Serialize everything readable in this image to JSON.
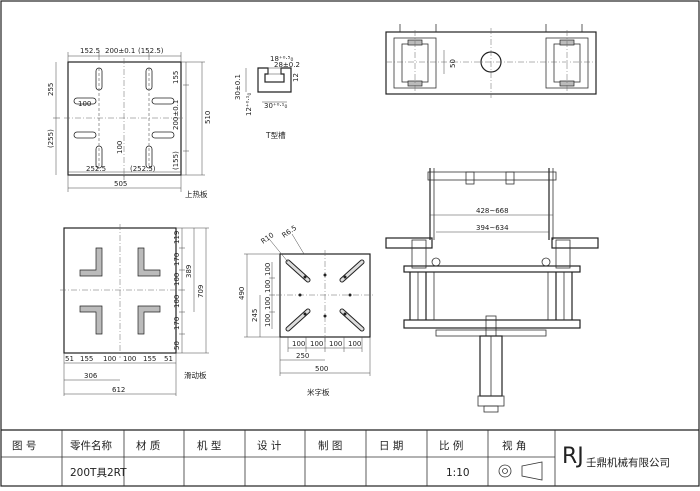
{
  "title_block": {
    "headers": [
      "图 号",
      "零件名称",
      "材 质",
      "机 型",
      "设 计",
      "制 图",
      "日 期",
      "比 例",
      "视 角"
    ],
    "part_name": "200T具2RT",
    "scale": "1:10",
    "company": "壬鼎机械有限公司",
    "logo_text": "RJ"
  },
  "upper_plate": {
    "label": "上热板",
    "dims_top": [
      "152.5",
      "200±0.1",
      "(152.5)"
    ],
    "dims_left": [
      "255",
      "(255)"
    ],
    "dims_right": [
      "155",
      "200±0.1",
      "(155)"
    ],
    "dim_height": "510",
    "dims_bottom": [
      "252.5",
      "(252.5)"
    ],
    "dim_width": "505",
    "inner_left": "100",
    "inner_bottom": "100"
  },
  "t_slot": {
    "label": "T型槽",
    "dims": [
      "18⁺⁰·⁵₀",
      "28±0.2",
      "30±0.1",
      "12",
      "12⁺⁰·¹₀",
      "30⁺⁰·¹₀"
    ]
  },
  "slide_plate": {
    "label": "滑动板",
    "dims_right": [
      "119",
      "170",
      "100",
      "100",
      "170",
      "50"
    ],
    "dim_mid": "389",
    "dim_total": "709",
    "dims_bottom": [
      "51",
      "155",
      "100",
      "100",
      "155",
      "51"
    ],
    "dim_half": "306",
    "dim_width": "612"
  },
  "cross_plate": {
    "label": "米字板",
    "radii": [
      "R10",
      "R6.5"
    ],
    "dims_left": [
      "100",
      "100",
      "100",
      "100"
    ],
    "dim_height": "490",
    "dim_part": "245",
    "dims_bottom": [
      "100",
      "100",
      "100",
      "100"
    ],
    "dim_part_b": "250",
    "dim_width": "500"
  },
  "top_view": {
    "dim": "50"
  },
  "front_view": {
    "dim_outer": "428~668",
    "dim_inner": "394~634"
  }
}
